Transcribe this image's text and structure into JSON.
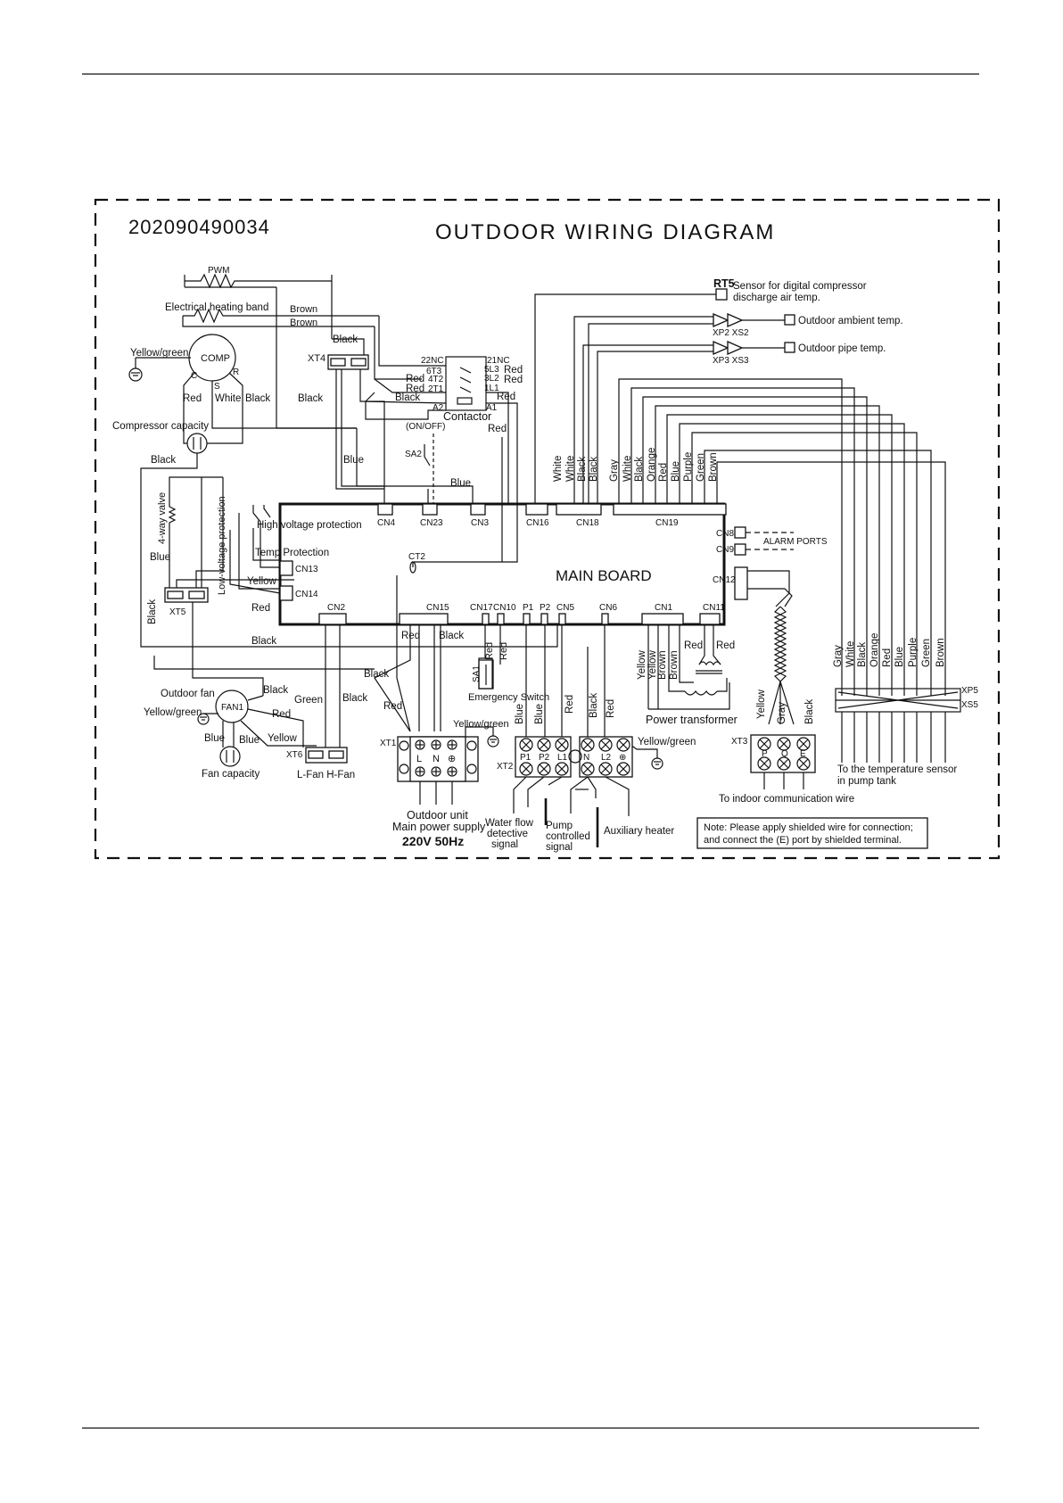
{
  "header": {
    "code": "202090490034",
    "title": "OUTDOOR WIRING DIAGRAM"
  },
  "main_board": {
    "label": "MAIN BOARD",
    "ports": {
      "cn4": "CN4",
      "cn23": "CN23",
      "cn3": "CN3",
      "cn16": "CN16",
      "cn18": "CN18",
      "cn19": "CN19",
      "cn8": "CN8",
      "cn9": "CN9",
      "cn12": "CN12",
      "cn13": "CN13",
      "cn14": "CN14",
      "cn2": "CN2",
      "cn15": "CN15",
      "cn17": "CN17",
      "cn10": "CN10",
      "p1": "P1",
      "p2": "P2",
      "cn5": "CN5",
      "cn6": "CN6",
      "cn1": "CN1",
      "cn11": "CN11",
      "ct2": "CT2"
    },
    "alarm_ports": "ALARM PORTS"
  },
  "components": {
    "pwm": "PWM",
    "heating_band": "Electrical heating band",
    "comp": "COMP",
    "comp_c": "C",
    "comp_s": "S",
    "comp_r": "R",
    "xt4": "XT4",
    "compressor_capacity": "Compressor capacity",
    "four_way_valve": "4-way valve",
    "low_voltage_protection": "Low-voltage protection",
    "high_voltage_protection": "High voltage protection",
    "temp_protection": "Temp Protection",
    "xt5": "XT5",
    "outdoor_fan": "Outdoor fan",
    "fan1": "FAN1",
    "fan_capacity": "Fan capacity",
    "xt6": "XT6",
    "l_fan_h_fan": "L-Fan  H-Fan",
    "contactor": "Contactor",
    "contactor_pins": {
      "p22nc": "22NC",
      "p21nc": "21NC",
      "p6t3": "6T3",
      "p4t2": "4T2",
      "p2t1": "2T1",
      "p5l3": "5L3",
      "p3l2": "3L2",
      "p1l1": "1L1",
      "a2": "A2",
      "a1": "A1"
    },
    "on_off": "(ON/OFF)",
    "sa2": "SA2",
    "sa1": "SA1",
    "emergency_switch": "Emergency Switch",
    "power_transformer": "Power transformer",
    "rt5": "RT5",
    "rt5_desc": "Sensor for digital compressor discharge air temp.",
    "rt5_desc_l1": "Sensor for digital compressor",
    "rt5_desc_l2": "discharge air temp.",
    "xp2_xs2": "XP2  XS2",
    "outdoor_ambient": "Outdoor ambient temp.",
    "xp3_xs3": "XP3  XS3",
    "outdoor_pipe": "Outdoor pipe temp.",
    "xp5": "XP5",
    "xs5": "XS5",
    "pump_tank_sensor_l1": "To the temperature sensor",
    "pump_tank_sensor_l2": "in pump tank",
    "xt3": "XT3",
    "xt3_terminals": [
      "P",
      "Q",
      "E"
    ],
    "indoor_comm": "To indoor communication wire",
    "xt1": "XT1",
    "xt1_terminals": [
      "L",
      "N",
      "⊕"
    ],
    "power_supply_l1": "Outdoor unit",
    "power_supply_l2": "Main power supply",
    "voltage": "220V  50Hz",
    "xt2": "XT2",
    "xt2_terminals": [
      "P1",
      "P2",
      "L1",
      "N",
      "L2",
      "⊕"
    ],
    "water_flow_l1": "Water flow",
    "water_flow_l2": "detective",
    "water_flow_l3": "signal",
    "pump_signal_l1": "Pump",
    "pump_signal_l2": "controlled",
    "pump_signal_l3": "signal",
    "auxiliary_heater": "Auxiliary heater",
    "note_l1": "Note: Please apply shielded wire for connection;",
    "note_l2": "and connect the (E) port by shielded terminal."
  },
  "wire_labels": {
    "yellow_green": "Yellow/green",
    "brown": "Brown",
    "black": "Black",
    "red": "Red",
    "white": "White",
    "blue": "Blue",
    "yellow": "Yellow",
    "green": "Green",
    "gray": "Gray",
    "orange": "Orange",
    "purple": "Purple"
  },
  "colors": {
    "line": "#111111",
    "background": "#ffffff"
  }
}
